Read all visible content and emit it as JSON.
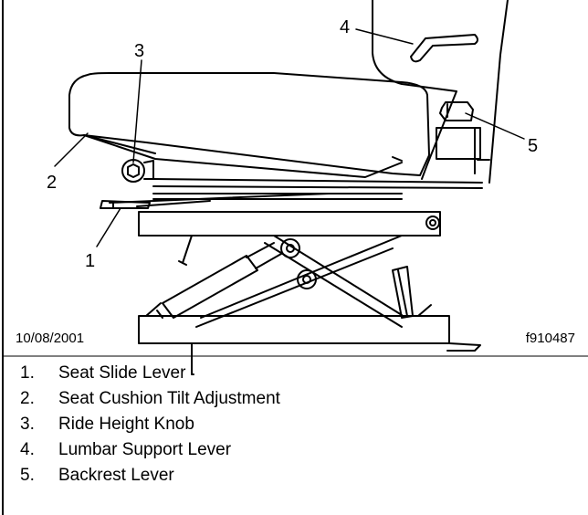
{
  "callouts": [
    "1",
    "2",
    "3",
    "4",
    "5"
  ],
  "date": "10/08/2001",
  "figure_id": "f910487",
  "legend": [
    {
      "num": "1.",
      "label": "Seat Slide Lever"
    },
    {
      "num": "2.",
      "label": "Seat Cushion Tilt Adjustment"
    },
    {
      "num": "3.",
      "label": "Ride Height Knob"
    },
    {
      "num": "4.",
      "label": "Lumbar Support Lever"
    },
    {
      "num": "5.",
      "label": "Backrest Lever"
    }
  ]
}
